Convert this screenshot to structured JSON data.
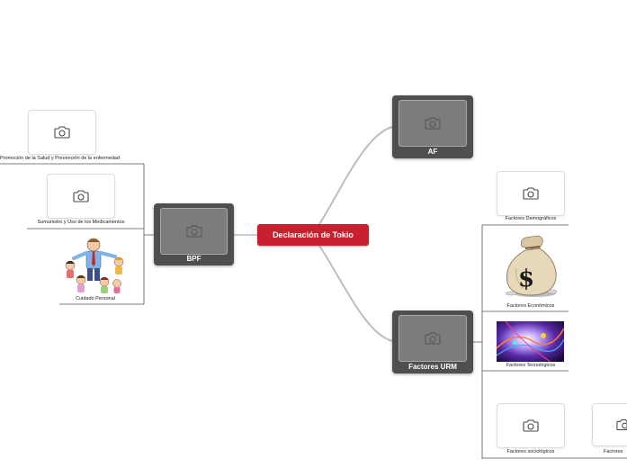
{
  "root": {
    "label": "Declaración de Tokio"
  },
  "branches": {
    "af": {
      "label": "AF"
    },
    "bpf": {
      "label": "BPF"
    },
    "urm": {
      "label": "Factores URM"
    }
  },
  "bpf_children": [
    {
      "label": "Promoción de la Salud y Prevención  de la enfermedad"
    },
    {
      "label": "Sumunistro y Uso de los Medicamentos"
    },
    {
      "label": "Cuidado Personal"
    }
  ],
  "urm_children": [
    {
      "label": "Factores Demográficos"
    },
    {
      "label": "Factores Económicos"
    },
    {
      "label": "Factores Tecnológicos"
    },
    {
      "label": "Factores sociológicos"
    },
    {
      "label": "Factores"
    }
  ],
  "colors": {
    "root": "#c8202f",
    "branch_node": "#4f4f4f",
    "link": "#bdbdbd"
  },
  "icons": {
    "placeholder": "camera-icon"
  }
}
